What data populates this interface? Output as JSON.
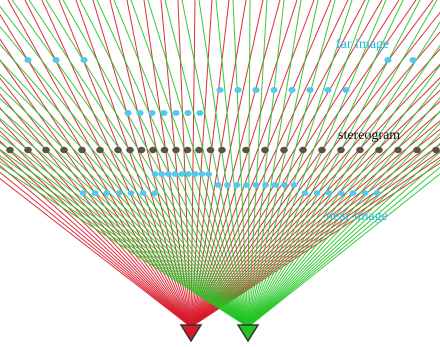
{
  "labels": {
    "far": "far image",
    "stereogram": "stereogram",
    "near": "near image"
  },
  "colors": {
    "left_rays": "#d81a2a",
    "right_rays": "#22c422",
    "dot_image": "#55c8ee",
    "dot_stereogram": "#5a5247",
    "label_image": "#2ab8e0",
    "label_stereogram": "#111111",
    "eye_left": "#d81a2a",
    "eye_right": "#22c422"
  },
  "eyes": [
    "left-eye",
    "right-eye"
  ]
}
